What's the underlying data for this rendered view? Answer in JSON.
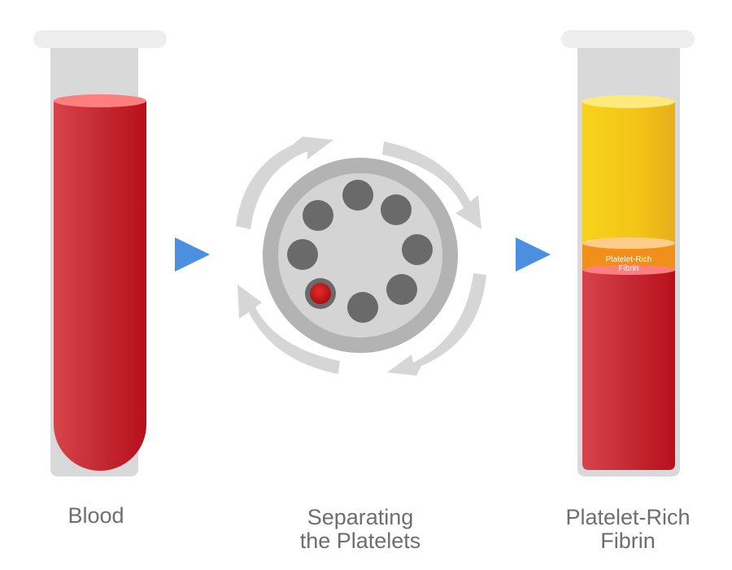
{
  "labels": {
    "blood": "Blood",
    "separating_line1": "Separating",
    "separating_line2": "the Platelets",
    "prf_line1": "Platelet-Rich",
    "prf_line2": "Fibrin",
    "layer_line1": "Platelet-Rich",
    "layer_line2": "Fibrin"
  },
  "icons": {
    "step_arrow": "play-triangle-icon",
    "rotation": "circular-arrow-icon"
  },
  "colors": {
    "blood": "#c0242f",
    "blood_top": "#ff7f7f",
    "plasma": "#f4c417",
    "plasma_top": "#ffe97a",
    "prf_layer": "#f0901a",
    "prf_top": "#ffcc8a",
    "tube": "#d9d9d9",
    "cap": "#eeeeee",
    "arrow": "#4a8fe0",
    "rotor_outer": "#b3b3b3",
    "rotor_inner": "#d4d4d4",
    "slot": "#6a6a6a",
    "sample": "#c0151c",
    "caption": "#6e6e6e"
  }
}
